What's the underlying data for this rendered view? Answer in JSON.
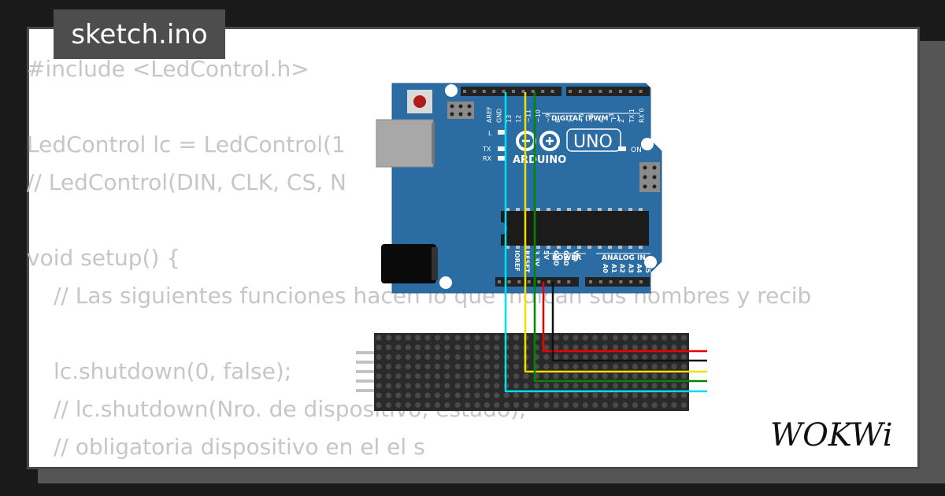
{
  "file_tab": {
    "label": "sketch.ino"
  },
  "code_lines": [
    {
      "text": "#include <LedControl.h>",
      "indent": false
    },
    {
      "text": "",
      "indent": false
    },
    {
      "text": "LedControl lc = LedControl(1",
      "indent": false
    },
    {
      "text": "// LedControl(DIN, CLK, CS, N",
      "indent": false
    },
    {
      "text": "",
      "indent": false
    },
    {
      "text": "void setup() {",
      "indent": false
    },
    {
      "text": "// Las siguientes funciones hacen lo que indican sus nombres y recib",
      "indent": true
    },
    {
      "text": "",
      "indent": false
    },
    {
      "text": "lc.shutdown(0, false);",
      "indent": true
    },
    {
      "text": "// lc.shutdown(Nro. de dispositivo, estado);",
      "indent": true
    },
    {
      "text": "// obligatoria dispositivo en el el s",
      "indent": true
    }
  ],
  "arduino": {
    "brand": "ARDUINO",
    "model": "UNO",
    "digital_label": "DIGITAL (PWM ~)",
    "on_label": "ON",
    "l_label": "L",
    "tx_label": "TX",
    "rx_label": "RX",
    "power_label": "POWER",
    "analog_label": "ANALOG IN",
    "top_pins": [
      "AREF",
      "GND",
      "13",
      "12",
      "~11",
      "~10",
      "~9",
      "8",
      "7",
      "~6",
      "~5",
      "4",
      "~3",
      "2",
      "TX 1",
      "RX 0"
    ],
    "power_pins": [
      "IOREF",
      "RESET",
      "3.3V",
      "5V",
      "GND",
      "GND",
      "Vin"
    ],
    "analog_pins": [
      "A0",
      "A1",
      "A2",
      "A3",
      "A4",
      "A5"
    ]
  },
  "wires": [
    {
      "name": "vcc",
      "color": "#ee0000"
    },
    {
      "name": "gnd",
      "color": "#111111"
    },
    {
      "name": "din",
      "color": "#f0e000"
    },
    {
      "name": "cs",
      "color": "#008800"
    },
    {
      "name": "clk",
      "color": "#00e0ee"
    }
  ],
  "colors": {
    "board": "#2b6ca3",
    "matrix": "#2a2a2a",
    "code_text": "#c6c6c6",
    "tab_bg": "#4d4d4d"
  },
  "logo": {
    "text": "WOKWi"
  }
}
